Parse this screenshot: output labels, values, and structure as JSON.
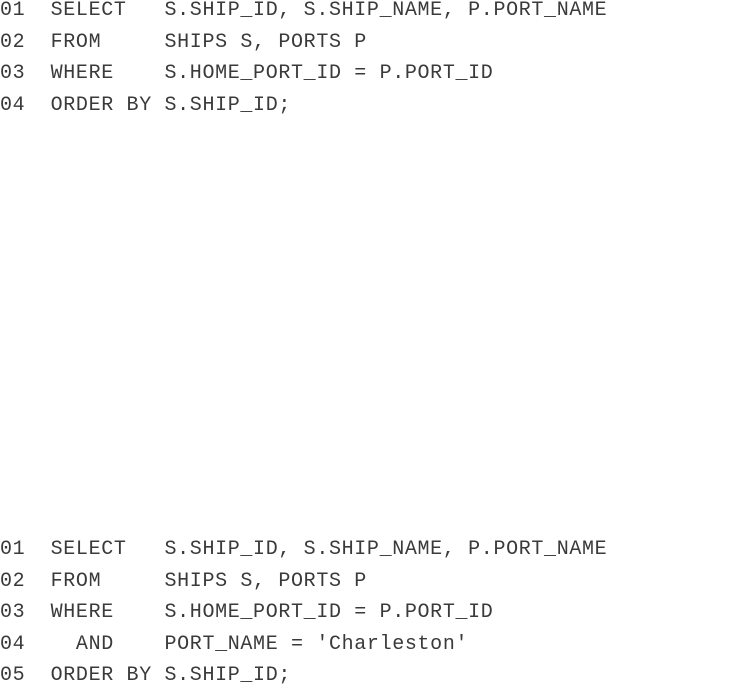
{
  "code_block_1": {
    "lines": [
      {
        "number": "01",
        "code": "SELECT   S.SHIP_ID, S.SHIP_NAME, P.PORT_NAME"
      },
      {
        "number": "02",
        "code": "FROM     SHIPS S, PORTS P"
      },
      {
        "number": "03",
        "code": "WHERE    S.HOME_PORT_ID = P.PORT_ID"
      },
      {
        "number": "04",
        "code": "ORDER BY S.SHIP_ID;"
      }
    ]
  },
  "code_block_2": {
    "lines": [
      {
        "number": "01",
        "code": "SELECT   S.SHIP_ID, S.SHIP_NAME, P.PORT_NAME"
      },
      {
        "number": "02",
        "code": "FROM     SHIPS S, PORTS P"
      },
      {
        "number": "03",
        "code": "WHERE    S.HOME_PORT_ID = P.PORT_ID"
      },
      {
        "number": "04",
        "code": "  AND    PORT_NAME = 'Charleston'"
      },
      {
        "number": "05",
        "code": "ORDER BY S.SHIP_ID;"
      }
    ]
  }
}
